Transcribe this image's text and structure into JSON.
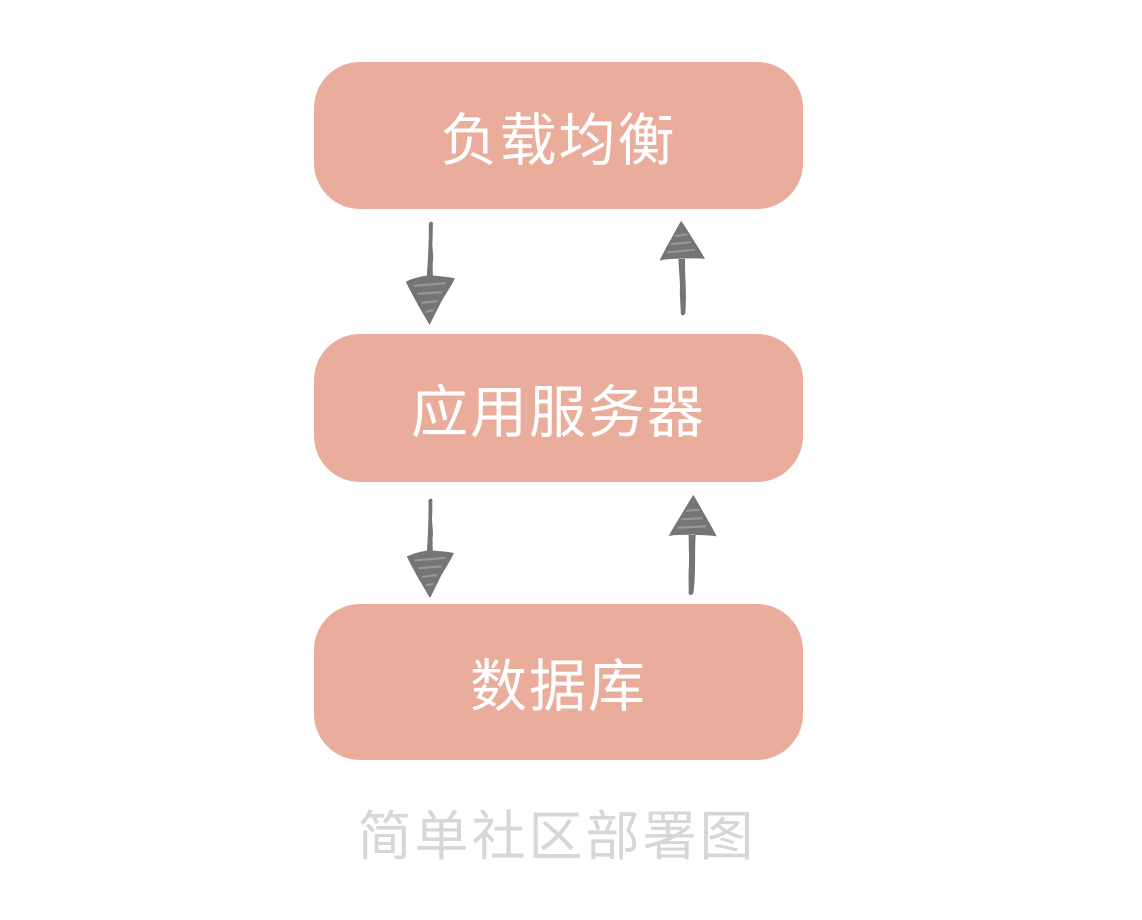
{
  "diagram": {
    "caption": "简单社区部署图",
    "nodes": [
      {
        "id": "load-balancer",
        "label": "负载均衡"
      },
      {
        "id": "app-server",
        "label": "应用服务器"
      },
      {
        "id": "database",
        "label": "数据库"
      }
    ],
    "arrows": [
      {
        "direction": "down",
        "from": "负载均衡",
        "to": "应用服务器",
        "icon": "down-arrow-icon"
      },
      {
        "direction": "up",
        "from": "应用服务器",
        "to": "负载均衡",
        "icon": "up-arrow-icon"
      },
      {
        "direction": "down",
        "from": "应用服务器",
        "to": "数据库",
        "icon": "down-arrow-icon"
      },
      {
        "direction": "up",
        "from": "数据库",
        "to": "应用服务器",
        "icon": "up-arrow-icon"
      }
    ],
    "colors": {
      "background": "#FFFFFF",
      "node_fill": "#EAAD9B",
      "node_text": "#FFFFFF",
      "arrow": "#757575",
      "caption_text": "#D7D7D7"
    }
  }
}
